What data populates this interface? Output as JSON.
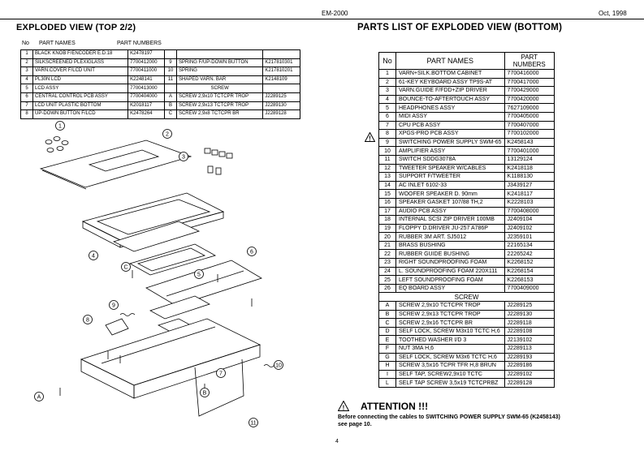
{
  "header": {
    "model": "EM-2000",
    "date": "Oct, 1998"
  },
  "left": {
    "title": "EXPLODED VIEW (TOP 2/2)",
    "col_no": "No",
    "col_names": "PART NAMES",
    "col_numbers": "PART NUMBERS",
    "rows": [
      {
        "no": "1",
        "name": "BLACK KNOB F/ENCODER E.D.18",
        "pn": "K2478197",
        "no2": "",
        "name2": "",
        "pn2": ""
      },
      {
        "no": "2",
        "name": "SILKSCREENED PLEXIGLASS",
        "pn": "7700412000",
        "no2": "9",
        "name2": "SPRING F/UP-DOWN BUTTON",
        "pn2": "K217810301"
      },
      {
        "no": "3",
        "name": "VARN.COVER F/LCD UNIT",
        "pn": "7700411000",
        "no2": "10",
        "name2": "SPRING",
        "pn2": "K217810201"
      },
      {
        "no": "4",
        "name": "PL30N LCD",
        "pn": "K2248141",
        "no2": "11",
        "name2": "SHAPED VARN. BAR",
        "pn2": "K2148109"
      },
      {
        "no": "5",
        "name": "LCD ASSY",
        "pn": "7700413000",
        "no2": "",
        "name2": "SCREW",
        "pn2": ""
      },
      {
        "no": "6",
        "name": "CENTRAL CONTROL PCB ASSY",
        "pn": "7700404000",
        "no2": "A",
        "name2": "SCREW 2,9x10 TCTCPR TROP",
        "pn2": "J2289125"
      },
      {
        "no": "7",
        "name": "LCD UNIT PLASTIC BOTTOM",
        "pn": "K2018117",
        "no2": "B",
        "name2": "SCREW 2,9x13 TCTCPR TROP",
        "pn2": "J2289130"
      },
      {
        "no": "8",
        "name": "UP-DOWN BUTTON F/LCD",
        "pn": "K2478264",
        "no2": "C",
        "name2": "SCREW 2,9x8 TCTCPR BR",
        "pn2": "J2289128"
      }
    ]
  },
  "right": {
    "title": "PARTS LIST OF EXPLODED VIEW (BOTTOM)",
    "col_no": "No",
    "col_names": "PART NAMES",
    "col_numbers": "PART NUMBERS",
    "rows": [
      {
        "no": "1",
        "name": "VARN+SILK.BOTTOM CABINET",
        "pn": "7700416000"
      },
      {
        "no": "2",
        "name": "61-KEY KEYBOARD ASSY TP9S-AT",
        "pn": "7700417000"
      },
      {
        "no": "3",
        "name": "VARN.GUIDE F/FDD+ZIP DRIVER",
        "pn": "7700429000"
      },
      {
        "no": "4",
        "name": "BOUNCE-TO-AFTERTOUCH ASSY",
        "pn": "7700420000"
      },
      {
        "no": "5",
        "name": "HEADPHONES ASSY",
        "pn": "7627109000"
      },
      {
        "no": "6",
        "name": "MIDI ASSY",
        "pn": "7700405000"
      },
      {
        "no": "7",
        "name": "CPU PCB ASSY",
        "pn": "7700407000"
      },
      {
        "no": "8",
        "name": "XPGS-PRO PCB ASSY",
        "pn": "7700102000"
      },
      {
        "no": "9",
        "name": "SWITCHING POWER SUPPLY SWM-65",
        "pn": "K2458143"
      },
      {
        "no": "10",
        "name": "AMPLIFIER ASSY",
        "pn": "7700401000"
      },
      {
        "no": "11",
        "name": "SWITCH SDDG3078A",
        "pn": "13129124"
      },
      {
        "no": "12",
        "name": "TWEETER SPEAKER W/CABLES",
        "pn": "K2418118"
      },
      {
        "no": "13",
        "name": "SUPPORT F/TWEETER",
        "pn": "K1188130"
      },
      {
        "no": "14",
        "name": "AC INLET 6102-33",
        "pn": "J3439127"
      },
      {
        "no": "15",
        "name": "WOOFER SPEAKER D. 90mm",
        "pn": "K2418117"
      },
      {
        "no": "16",
        "name": "SPEAKER GASKET 107/88 TH,2",
        "pn": "K2228103"
      },
      {
        "no": "17",
        "name": "AUDIO PCB ASSY",
        "pn": "7700408000"
      },
      {
        "no": "18",
        "name": "INTERNAL SCSI ZIP DRIVER 100MB",
        "pn": "J2409104"
      },
      {
        "no": "19",
        "name": "FLOPPY D.DRIVER JU-257 A786P",
        "pn": "J2409102"
      },
      {
        "no": "20",
        "name": "RUBBER 3M ART. SJ5012",
        "pn": "J2359101"
      },
      {
        "no": "21",
        "name": "BRASS BUSHING",
        "pn": "22165134"
      },
      {
        "no": "22",
        "name": "RUBBER GUIDE BUSHING",
        "pn": "22265242"
      },
      {
        "no": "23",
        "name": "RIGHT SOUNDPROOFING FOAM",
        "pn": "K2268152"
      },
      {
        "no": "24",
        "name": "L. SOUNDPROOFING FOAM 220X111",
        "pn": "K2268154"
      },
      {
        "no": "25",
        "name": "LEFT SOUNDPROOFING FOAM",
        "pn": "K2268153"
      },
      {
        "no": "26",
        "name": "EQ BOARD ASSY",
        "pn": "7700409000"
      }
    ],
    "screw_label": "SCREW",
    "screw_rows": [
      {
        "no": "A",
        "name": "SCREW 2,9x10 TCTCPR TROP",
        "pn": "J2289125"
      },
      {
        "no": "B",
        "name": "SCREW 2,9x13 TCTCPR TROP",
        "pn": "J2289130"
      },
      {
        "no": "C",
        "name": "SCREW 2,9x16 TCTCPR BR",
        "pn": "J2289118"
      },
      {
        "no": "D",
        "name": "SELF LOCK, SCREW M3x10 TCTC H,6",
        "pn": "J2289108"
      },
      {
        "no": "E",
        "name": "TOOTHED WASHER I/D 3",
        "pn": "J2139102"
      },
      {
        "no": "F",
        "name": "NUT 3MA H,6",
        "pn": "J2289113"
      },
      {
        "no": "G",
        "name": "SELF LOCK, SCREW M3x6 TCTC H,6",
        "pn": "J2289193"
      },
      {
        "no": "H",
        "name": "SCREW 3,5x16 TCPR TFR H,8 BRUN",
        "pn": "J2289186"
      },
      {
        "no": "I",
        "name": "SELF TAP, SCREW2,9x10 TCTC",
        "pn": "J2289102"
      },
      {
        "no": "L",
        "name": "SELF TAP SCREW 3,5x19 TCTCPRBZ",
        "pn": "J2289128"
      }
    ]
  },
  "attention": {
    "heading": "ATTENTION !!!",
    "line1": "Before connecting the cables to SWITCHING POWER SUPPLY SWM-65 (K2458143)",
    "line2": "see page 10."
  },
  "diagram": {
    "callouts": [
      "1",
      "2",
      "3",
      "4",
      "5",
      "6",
      "7",
      "8",
      "9",
      "10",
      "11",
      "A",
      "B",
      "C"
    ]
  },
  "page_number": "4"
}
